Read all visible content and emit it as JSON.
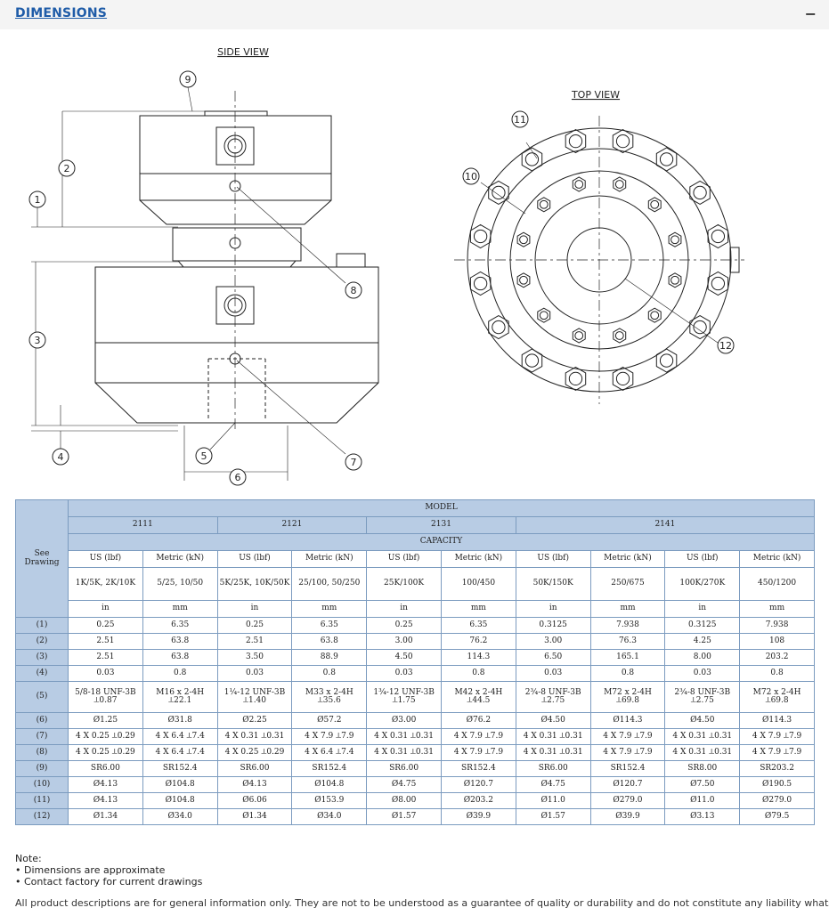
{
  "section": {
    "title": "DIMENSIONS",
    "collapse_symbol": "−"
  },
  "drawing": {
    "side_view_label": "SIDE VIEW",
    "top_view_label": "TOP VIEW",
    "callouts": [
      "1",
      "2",
      "3",
      "4",
      "5",
      "6",
      "7",
      "8",
      "9",
      "10",
      "11",
      "12"
    ]
  },
  "table": {
    "see_drawing": "See Drawing",
    "model_label": "MODEL",
    "capacity_label": "CAPACITY",
    "models": [
      "2111",
      "2121",
      "2131",
      "2141"
    ],
    "unit_headers": [
      "US (lbf)",
      "Metric (kN)",
      "US (lbf)",
      "Metric (kN)",
      "US (lbf)",
      "Metric (kN)",
      "US (lbf)",
      "Metric (kN)",
      "US (lbf)",
      "Metric (kN)"
    ],
    "capacities": [
      "1K/5K, 2K/10K",
      "5/25, 10/50",
      "5K/25K, 10K/50K",
      "25/100, 50/250",
      "25K/100K",
      "100/450",
      "50K/150K",
      "250/675",
      "100K/270K",
      "450/1200"
    ],
    "units": [
      "in",
      "mm",
      "in",
      "mm",
      "in",
      "mm",
      "in",
      "mm",
      "in",
      "mm"
    ],
    "rows": [
      {
        "label": "(1)",
        "cells": [
          "0.25",
          "6.35",
          "0.25",
          "6.35",
          "0.25",
          "6.35",
          "0.3125",
          "7.938",
          "0.3125",
          "7.938"
        ]
      },
      {
        "label": "(2)",
        "cells": [
          "2.51",
          "63.8",
          "2.51",
          "63.8",
          "3.00",
          "76.2",
          "3.00",
          "76.3",
          "4.25",
          "108"
        ]
      },
      {
        "label": "(3)",
        "cells": [
          "2.51",
          "63.8",
          "3.50",
          "88.9",
          "4.50",
          "114.3",
          "6.50",
          "165.1",
          "8.00",
          "203.2"
        ]
      },
      {
        "label": "(4)",
        "cells": [
          "0.03",
          "0.8",
          "0.03",
          "0.8",
          "0.03",
          "0.8",
          "0.03",
          "0.8",
          "0.03",
          "0.8"
        ]
      },
      {
        "label": "(5)",
        "cells": [
          [
            "5/8-18 UNF-3B",
            "⟂0.87"
          ],
          [
            "M16 x 2-4H",
            "⟂22.1"
          ],
          [
            "1¼-12 UNF-3B",
            "⟂1.40"
          ],
          [
            "M33 x 2-4H",
            "⟂35.6"
          ],
          [
            "1¾-12 UNF-3B",
            "⟂1.75"
          ],
          [
            "M42 x 2-4H",
            "⟂44.5"
          ],
          [
            "2¾-8 UNF-3B",
            "⟂2.75"
          ],
          [
            "M72 x 2-4H",
            "⟂69.8"
          ],
          [
            "2¾-8 UNF-3B",
            "⟂2.75"
          ],
          [
            "M72 x 2-4H",
            "⟂69.8"
          ]
        ]
      },
      {
        "label": "(6)",
        "cells": [
          "Ø1.25",
          "Ø31.8",
          "Ø2.25",
          "Ø57.2",
          "Ø3.00",
          "Ø76.2",
          "Ø4.50",
          "Ø114.3",
          "Ø4.50",
          "Ø114.3"
        ]
      },
      {
        "label": "(7)",
        "cells": [
          "4 X 0.25 ⟂0.29",
          "4 X 6.4 ⟂7.4",
          "4 X 0.31 ⟂0.31",
          "4 X 7.9 ⟂7.9",
          "4 X 0.31 ⟂0.31",
          "4 X 7.9 ⟂7.9",
          "4 X 0.31 ⟂0.31",
          "4 X 7.9 ⟂7.9",
          "4 X 0.31 ⟂0.31",
          "4 X 7.9 ⟂7.9"
        ]
      },
      {
        "label": "(8)",
        "cells": [
          "4 X 0.25 ⟂0.29",
          "4 X 6.4 ⟂7.4",
          "4 X 0.25 ⟂0.29",
          "4 X 6.4 ⟂7.4",
          "4 X 0.31 ⟂0.31",
          "4 X 7.9 ⟂7.9",
          "4 X 0.31 ⟂0.31",
          "4 X 7.9 ⟂7.9",
          "4 X 0.31 ⟂0.31",
          "4 X 7.9 ⟂7.9"
        ]
      },
      {
        "label": "(9)",
        "cells": [
          "SR6.00",
          "SR152.4",
          "SR6.00",
          "SR152.4",
          "SR6.00",
          "SR152.4",
          "SR6.00",
          "SR152.4",
          "SR8.00",
          "SR203.2"
        ]
      },
      {
        "label": "(10)",
        "cells": [
          "Ø4.13",
          "Ø104.8",
          "Ø4.13",
          "Ø104.8",
          "Ø4.75",
          "Ø120.7",
          "Ø4.75",
          "Ø120.7",
          "Ø7.50",
          "Ø190.5"
        ]
      },
      {
        "label": "(11)",
        "cells": [
          "Ø4.13",
          "Ø104.8",
          "Ø6.06",
          "Ø153.9",
          "Ø8.00",
          "Ø203.2",
          "Ø11.0",
          "Ø279.0",
          "Ø11.0",
          "Ø279.0"
        ]
      },
      {
        "label": "(12)",
        "cells": [
          "Ø1.34",
          "Ø34.0",
          "Ø1.34",
          "Ø34.0",
          "Ø1.57",
          "Ø39.9",
          "Ø1.57",
          "Ø39.9",
          "Ø3.13",
          "Ø79.5"
        ]
      }
    ]
  },
  "notes": {
    "heading": "Note:",
    "items": [
      "• Dimensions are approximate",
      "• Contact factory for current drawings"
    ]
  },
  "disclaimer": "All product descriptions are for general information only. They are not to be understood as a guarantee of quality or durability and do not constitute any liability whatsoever."
}
